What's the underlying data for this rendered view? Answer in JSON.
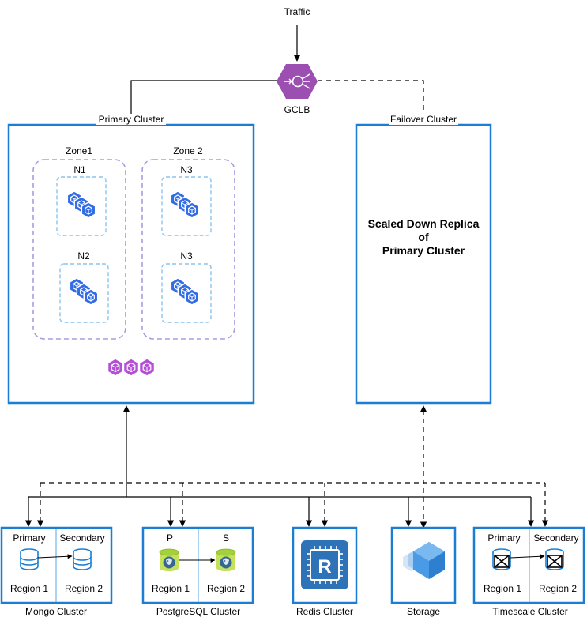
{
  "traffic": "Traffic",
  "gclb": "GCLB",
  "primary_cluster": {
    "label": "Primary Cluster",
    "zones": [
      {
        "label": "Zone1",
        "nodes": [
          "N1",
          "N2"
        ]
      },
      {
        "label": "Zone 2",
        "nodes": [
          "N3",
          "N3"
        ]
      }
    ]
  },
  "failover_cluster": {
    "label": "Failover Cluster",
    "line1": "Scaled Down Replica",
    "line2": "of",
    "line3": "Primary Cluster"
  },
  "mongo": {
    "label": "Mongo Cluster",
    "left_title": "Primary",
    "right_title": "Secondary",
    "left_region": "Region 1",
    "right_region": "Region 2"
  },
  "postgres": {
    "label": "PostgreSQL Cluster",
    "left_title": "P",
    "right_title": "S",
    "left_region": "Region 1",
    "right_region": "Region 2"
  },
  "redis": {
    "label": "Redis Cluster",
    "icon_letter": "R"
  },
  "storage": {
    "label": "Storage"
  },
  "timescale": {
    "label": "Timescale Cluster",
    "left_title": "Primary",
    "right_title": "Secondary",
    "left_region": "Region 1",
    "right_region": "Region 2"
  },
  "colors": {
    "blue": "#1a7fd4",
    "purple": "#9b4fb0",
    "dash_purple": "#a99be0",
    "dash_blue": "#8ac4ee",
    "k8s": "#326ce5"
  }
}
